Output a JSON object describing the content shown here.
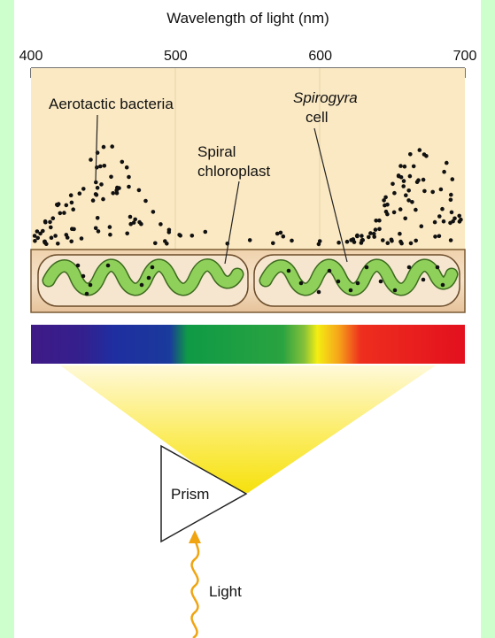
{
  "axis": {
    "title": "Wavelength of light (nm)",
    "ticks": [
      400,
      500,
      600,
      700
    ],
    "range": [
      400,
      700
    ]
  },
  "labels": {
    "bacteria": "Aerotactic bacteria",
    "spiral_line1": "Spiral",
    "spiral_line2": "chloroplast",
    "spirogyra_line1": "Spirogyra",
    "spirogyra_line2": "cell",
    "prism": "Prism",
    "light": "Light"
  },
  "chart_data": {
    "type": "scatter",
    "xlabel": "Wavelength of light (nm)",
    "xlim": [
      400,
      700
    ],
    "bacteria_density_peaks_nm": [
      450,
      680
    ]
  },
  "colors": {
    "background": "#ccffcc",
    "panel": "#ffffff",
    "chart_bg": "#fbe9c3",
    "cell_fill": "#ecc9a0",
    "chloroplast": "#8fd05a",
    "spectrum": [
      "#3f1a86",
      "#1f2ea0",
      "#0f9a45",
      "#7bc23a",
      "#f4ee12",
      "#f6a21a",
      "#ee2e1e",
      "#e3101e"
    ]
  }
}
